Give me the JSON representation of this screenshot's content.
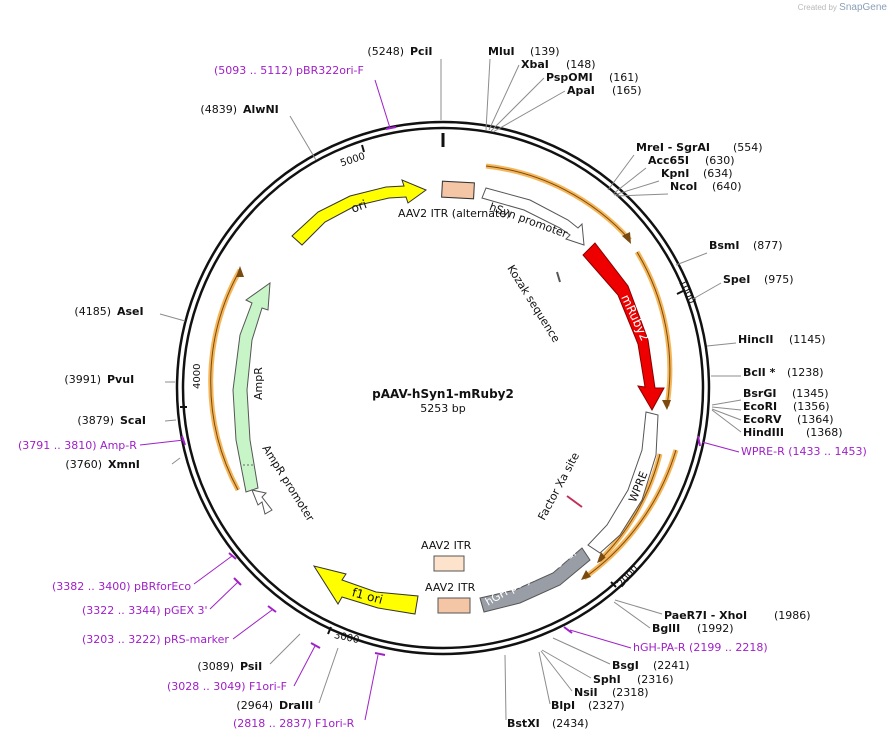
{
  "credit": {
    "prefix": "Created by",
    "brand": "SnapGene"
  },
  "plasmid": {
    "name": "pAAV-hSyn1-mRuby2",
    "length": "5253 bp"
  },
  "ticks": [
    "1000",
    "2000",
    "3000",
    "4000",
    "5000"
  ],
  "features": {
    "ori": "ori",
    "itr_alt": "AAV2 ITR (alternate)",
    "hsyn": "hSyn promoter",
    "kozak": "Kozak sequence",
    "mruby2": "mRuby2",
    "wpre": "WPRE",
    "factor_xa": "Factor Xa site",
    "hgh_polya": "hGH poly(A) signal",
    "itr_1": "AAV2 ITR",
    "itr_2": "AAV2 ITR",
    "f1ori": "f1 ori",
    "ampr": "AmpR",
    "ampr_promoter": "AmpR promoter"
  },
  "enzymes": [
    {
      "name": "PciI",
      "pos": "(5248)"
    },
    {
      "name": "MluI",
      "pos": "(139)"
    },
    {
      "name": "XbaI",
      "pos": "(148)"
    },
    {
      "name": "PspOMI",
      "pos": "(161)"
    },
    {
      "name": "ApaI",
      "pos": "(165)"
    },
    {
      "name": "MreI - SgrAI",
      "pos": "(554)"
    },
    {
      "name": "Acc65I",
      "pos": "(630)"
    },
    {
      "name": "KpnI",
      "pos": "(634)"
    },
    {
      "name": "NcoI",
      "pos": "(640)"
    },
    {
      "name": "BsmI",
      "pos": "(877)"
    },
    {
      "name": "SpeI",
      "pos": "(975)"
    },
    {
      "name": "HincII",
      "pos": "(1145)"
    },
    {
      "name": "BclI *",
      "pos": "(1238)"
    },
    {
      "name": "BsrGI",
      "pos": "(1345)"
    },
    {
      "name": "EcoRI",
      "pos": "(1356)"
    },
    {
      "name": "EcoRV",
      "pos": "(1364)"
    },
    {
      "name": "HindIII",
      "pos": "(1368)"
    },
    {
      "name": "PaeR7I - XhoI",
      "pos": "(1986)"
    },
    {
      "name": "BglII",
      "pos": "(1992)"
    },
    {
      "name": "BsgI",
      "pos": "(2241)"
    },
    {
      "name": "SphI",
      "pos": "(2316)"
    },
    {
      "name": "NsiI",
      "pos": "(2318)"
    },
    {
      "name": "BlpI",
      "pos": "(2327)"
    },
    {
      "name": "BstXI",
      "pos": "(2434)"
    },
    {
      "name": "DraIII",
      "pos": "(2964)"
    },
    {
      "name": "PsiI",
      "pos": "(3089)"
    },
    {
      "name": "XmnI",
      "pos": "(3760)"
    },
    {
      "name": "ScaI",
      "pos": "(3879)"
    },
    {
      "name": "PvuI",
      "pos": "(3991)"
    },
    {
      "name": "AseI",
      "pos": "(4185)"
    },
    {
      "name": "AlwNI",
      "pos": "(4839)"
    }
  ],
  "primers": [
    {
      "range": "(5093 .. 5112)",
      "name": "pBR322ori-F"
    },
    {
      "range": "(1433 .. 1453)",
      "name": "WPRE-R"
    },
    {
      "range": "(2199 .. 2218)",
      "name": "hGH-PA-R"
    },
    {
      "range": "(2818 .. 2837)",
      "name": "F1ori-R"
    },
    {
      "range": "(3028 .. 3049)",
      "name": "F1ori-F"
    },
    {
      "range": "(3203 .. 3222)",
      "name": "pRS-marker"
    },
    {
      "range": "(3322 .. 3344)",
      "name": "pGEX 3'"
    },
    {
      "range": "(3382 .. 3400)",
      "name": "pBRforEco"
    },
    {
      "range": "(3791 .. 3810)",
      "name": "Amp-R"
    }
  ],
  "colors": {
    "backbone": "#111111",
    "primer": "#a020c8",
    "leader_line": "#8c8c8c",
    "ori": "#ffff00",
    "itr": "#f5c6a5",
    "mruby2": "#ee0000",
    "hgh": "#999ea6",
    "ampr": "#c8f5c8",
    "orf": "#f5b65a",
    "orf_edge": "#7a4a10",
    "factor_xa": "#c0305a"
  }
}
